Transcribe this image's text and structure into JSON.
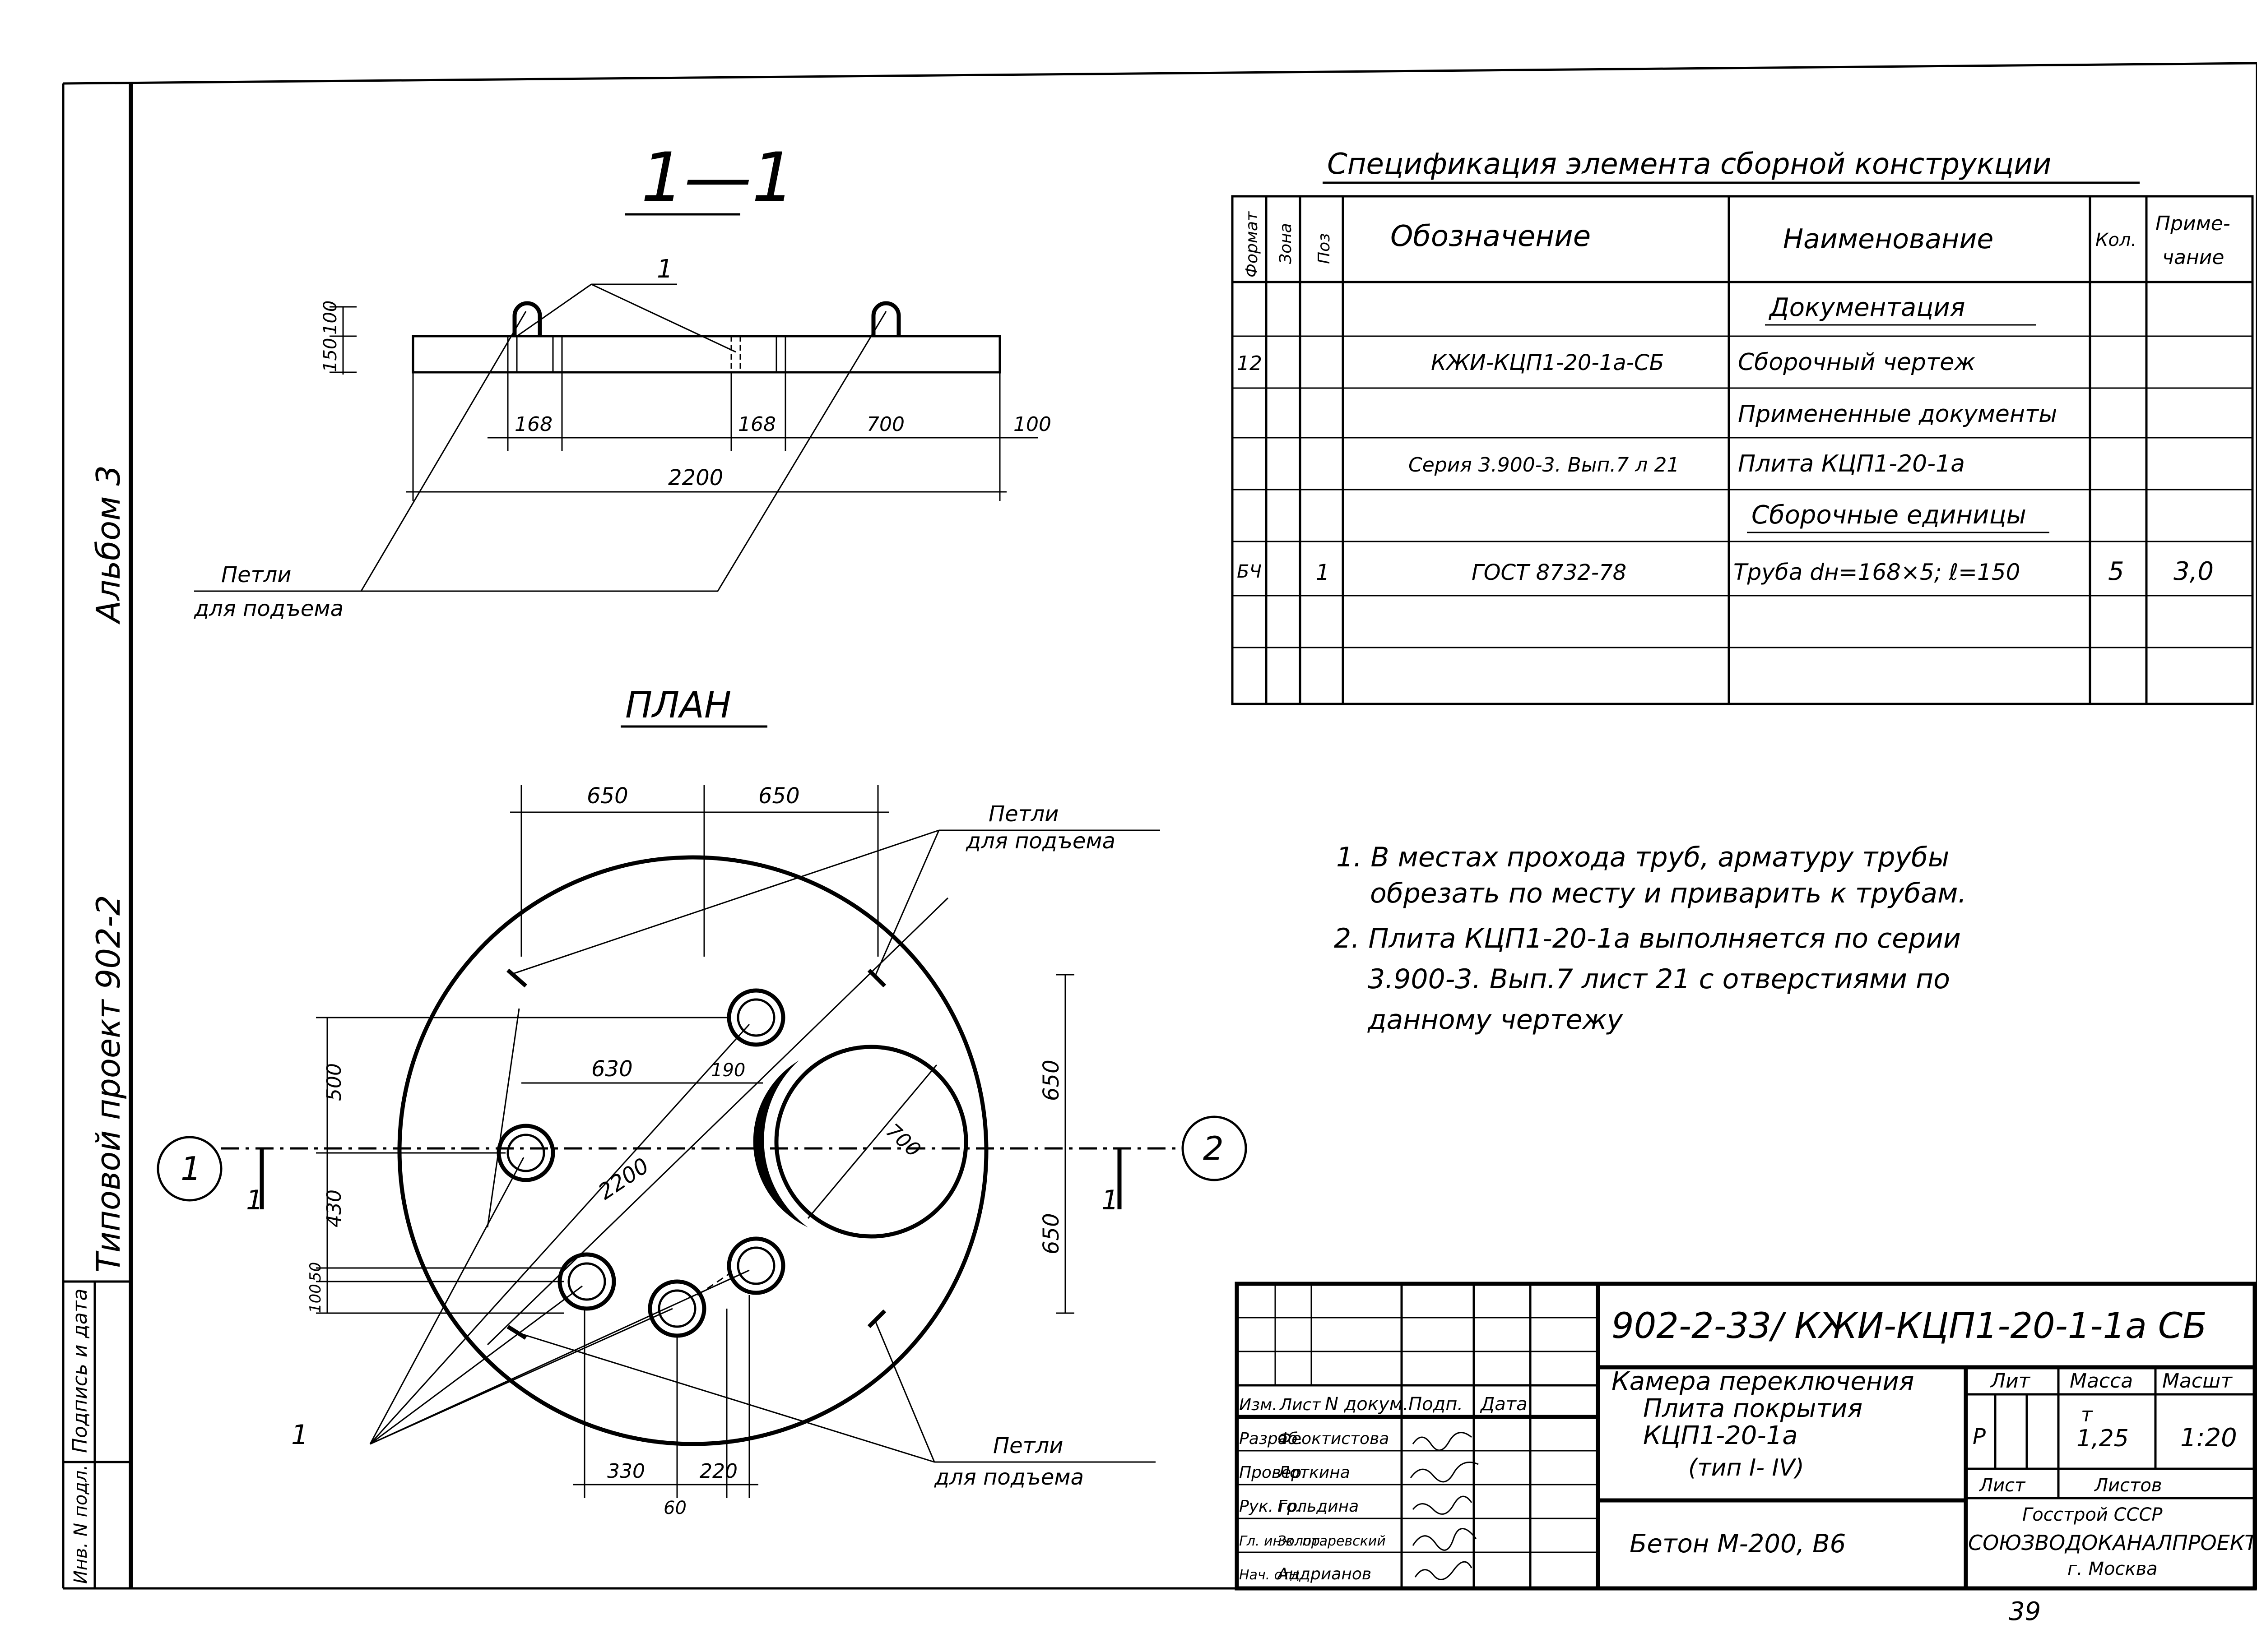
{
  "side_margin": {
    "album": "Альбом 3",
    "project": "Типовой   проект   902-2",
    "signature_date": "Подпись и дата",
    "inv_no": "Инв. N подл."
  },
  "section_view": {
    "title": "1—1",
    "leader_pos": "1",
    "dims": {
      "h150": "150",
      "h100": "100",
      "d168a": "168",
      "d168b": "168",
      "d700": "700",
      "d100": "100",
      "d2200": "2200"
    },
    "loops_label_1": "Петли",
    "loops_label_2": "для подъема"
  },
  "plan_view": {
    "title": "ПЛАН",
    "dims": {
      "top650a": "650",
      "top650b": "650",
      "d630": "630",
      "d190": "190",
      "v500": "500",
      "v430": "430",
      "v50": "50",
      "v100": "100",
      "r650a": "650",
      "r650b": "650",
      "d700": "700",
      "d2200": "2200",
      "b330": "330",
      "b220": "220",
      "b60": "60"
    },
    "axis_1": "1",
    "axis_2": "2",
    "section_mark": "1",
    "loops_top_1": "Петли",
    "loops_top_2": "для подъема",
    "loops_bottom_1": "Петли",
    "loops_bottom_2": "для подъема",
    "pos_label": "1"
  },
  "specification": {
    "title": "Спецификация элемента сборной конструкции",
    "headers": {
      "format": "Формат",
      "zone": "Зона",
      "pos": "Поз",
      "designation": "Обозначение",
      "name": "Наименование",
      "qty": "Кол.",
      "note_1": "Приме-",
      "note_2": "чание"
    },
    "rows": [
      {
        "format": "",
        "zone": "",
        "pos": "",
        "designation": "",
        "name": "Документация",
        "qty": "",
        "note": ""
      },
      {
        "format": "12",
        "zone": "",
        "pos": "",
        "designation": "КЖИ-КЦП1-20-1а-СБ",
        "name": "Сборочный чертеж",
        "qty": "",
        "note": ""
      },
      {
        "format": "",
        "zone": "",
        "pos": "",
        "designation": "",
        "name": "Примененные документы",
        "qty": "",
        "note": ""
      },
      {
        "format": "",
        "zone": "",
        "pos": "",
        "designation": "Серия 3.900-3. Вып.7 л 21",
        "name": "Плита КЦП1-20-1а",
        "qty": "",
        "note": ""
      },
      {
        "format": "",
        "zone": "",
        "pos": "",
        "designation": "",
        "name": "Сборочные единицы",
        "qty": "",
        "note": ""
      },
      {
        "format": "БЧ",
        "zone": "",
        "pos": "1",
        "designation": "ГОСТ 8732-78",
        "name": "Труба dн=168×5; ℓ=150",
        "qty": "5",
        "note": "3,0"
      },
      {
        "format": "",
        "zone": "",
        "pos": "",
        "designation": "",
        "name": "",
        "qty": "",
        "note": ""
      },
      {
        "format": "",
        "zone": "",
        "pos": "",
        "designation": "",
        "name": "",
        "qty": "",
        "note": ""
      }
    ]
  },
  "notes": [
    "1. В местах прохода труб, арматуру трубы",
    "обрезать по месту и приварить к трубам.",
    "2. Плита КЦП1-20-1а выполняется по серии",
    "3.900-3. Вып.7 лист 21 с отверстиями по",
    "данному чертежу"
  ],
  "title_block": {
    "code": "902-2-33/ КЖИ-КЦП1-20-1-1а СБ",
    "object_1": "Камера переключения",
    "object_2": "Плита покрытия",
    "object_3": "КЦП1-20-1а",
    "object_4": "(тип I- IV)",
    "material": "Бетон М-200, В6",
    "col_headers": {
      "izm": "Изм.",
      "list": "Лист",
      "doc": "N докум.",
      "sign": "Подп.",
      "date": "Дата"
    },
    "staff": [
      {
        "role": "Разраб.",
        "name": "Феоктистова"
      },
      {
        "role": "Провер.",
        "name": "Лоткина"
      },
      {
        "role": "Рук. гр.",
        "name": "Гольдина"
      },
      {
        "role": "Гл. инж. пр.",
        "name": "Золотаревский"
      },
      {
        "role": "Нач. отд.",
        "name": "Андрианов"
      }
    ],
    "lit_label": "Лит",
    "mass_label": "Масса",
    "scale_label": "Масшт",
    "lit_value": "Р",
    "mass_value_1": "т",
    "mass_value_2": "1,25",
    "scale_value": "1:20",
    "sheet_label": "Лист",
    "sheets_label": "Листов",
    "org_1": "Госстрой СССР",
    "org_2": "СОЮЗВОДОКАНАЛПРОЕКТ",
    "org_3": "г. Москва"
  },
  "page_number": "39"
}
